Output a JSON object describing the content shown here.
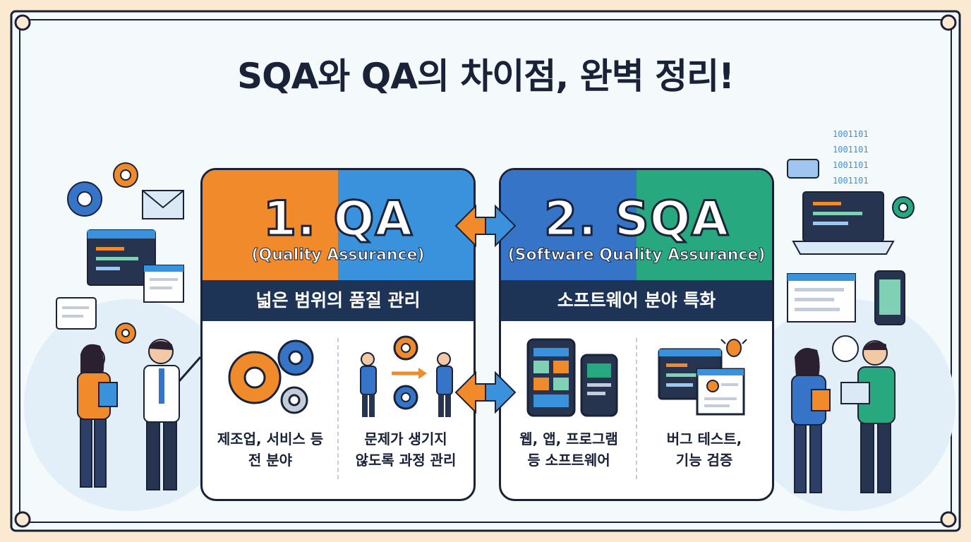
{
  "title": "SQA와 QA의 차이점, 완벽 정리!",
  "cards": [
    {
      "heading": "1. QA",
      "subheading": "(Quality Assurance)",
      "band": "넓은 범위의 품질 관리",
      "items": [
        {
          "line1": "제조업, 서비스 등",
          "line2": "전 분야",
          "icon": "gears-icon"
        },
        {
          "line1": "문제가 생기지",
          "line2": "않도록 과정 관리",
          "icon": "team-process-icon"
        }
      ]
    },
    {
      "heading": "2. SQA",
      "subheading": "(Software Quality Assurance)",
      "band": "소프트웨어 분야 특화",
      "items": [
        {
          "line1": "웹, 앱, 프로그램",
          "line2": "등 소프트웨어",
          "icon": "devices-icon"
        },
        {
          "line1": "버그 테스트,",
          "line2": "기능 검증",
          "icon": "bug-test-icon"
        }
      ]
    }
  ],
  "colors": {
    "background": "#fbe9d2",
    "frame": "#1a2238",
    "qa_orange": "#f08a2a",
    "qa_blue": "#3a92dc",
    "sqa_blue": "#3674c8",
    "sqa_green": "#27a87f",
    "band": "#1d3456"
  },
  "binary_text": "1001101"
}
